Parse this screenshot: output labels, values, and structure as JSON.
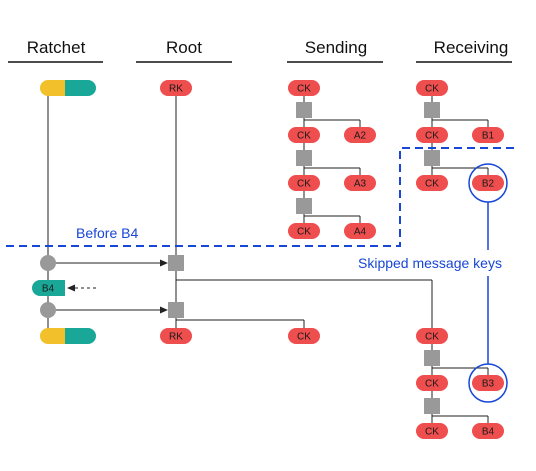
{
  "columns": {
    "ratchet": "Ratchet",
    "root": "Root",
    "sending": "Sending",
    "receiving": "Receiving"
  },
  "labels": {
    "before": "Before B4",
    "skipped": "Skipped message keys"
  },
  "keys": {
    "rk": "RK",
    "ck": "CK",
    "a2": "A2",
    "a3": "A3",
    "a4": "A4",
    "b1": "B1",
    "b2": "B2",
    "b3": "B3",
    "b4": "B4"
  },
  "colors": {
    "red": "#ee4e4e",
    "yellow": "#f2c02a",
    "teal": "#19a898",
    "gray": "#999999",
    "blue": "#1846d6",
    "line": "#222222"
  }
}
